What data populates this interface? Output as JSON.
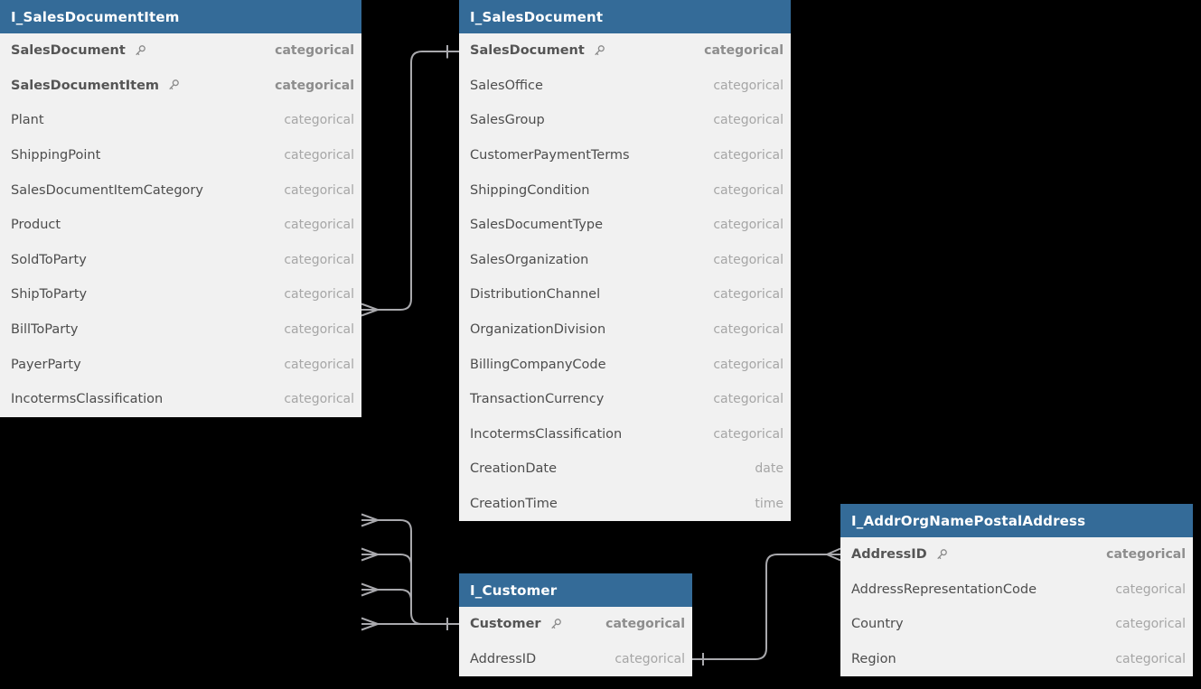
{
  "diagram": {
    "background_color": "#000000",
    "header_color": "#346b98",
    "body_color": "#f1f1f1",
    "line_color": "#a9a9ad",
    "tables": [
      {
        "title": "I_SalesDocumentItem",
        "fields": [
          {
            "name": "SalesDocument",
            "type": "categorical",
            "key": true
          },
          {
            "name": "SalesDocumentItem",
            "type": "categorical",
            "key": true
          },
          {
            "name": "Plant",
            "type": "categorical",
            "key": false
          },
          {
            "name": "ShippingPoint",
            "type": "categorical",
            "key": false
          },
          {
            "name": "SalesDocumentItemCategory",
            "type": "categorical",
            "key": false
          },
          {
            "name": "Product",
            "type": "categorical",
            "key": false
          },
          {
            "name": "SoldToParty",
            "type": "categorical",
            "key": false
          },
          {
            "name": "ShipToParty",
            "type": "categorical",
            "key": false
          },
          {
            "name": "BillToParty",
            "type": "categorical",
            "key": false
          },
          {
            "name": "PayerParty",
            "type": "categorical",
            "key": false
          },
          {
            "name": "IncotermsClassification",
            "type": "categorical",
            "key": false
          }
        ]
      },
      {
        "title": "I_SalesDocument",
        "fields": [
          {
            "name": "SalesDocument",
            "type": "categorical",
            "key": true
          },
          {
            "name": "SalesOffice",
            "type": "categorical",
            "key": false
          },
          {
            "name": "SalesGroup",
            "type": "categorical",
            "key": false
          },
          {
            "name": "CustomerPaymentTerms",
            "type": "categorical",
            "key": false
          },
          {
            "name": "ShippingCondition",
            "type": "categorical",
            "key": false
          },
          {
            "name": "SalesDocumentType",
            "type": "categorical",
            "key": false
          },
          {
            "name": "SalesOrganization",
            "type": "categorical",
            "key": false
          },
          {
            "name": "DistributionChannel",
            "type": "categorical",
            "key": false
          },
          {
            "name": "OrganizationDivision",
            "type": "categorical",
            "key": false
          },
          {
            "name": "BillingCompanyCode",
            "type": "categorical",
            "key": false
          },
          {
            "name": "TransactionCurrency",
            "type": "categorical",
            "key": false
          },
          {
            "name": "IncotermsClassification",
            "type": "categorical",
            "key": false
          },
          {
            "name": "CreationDate",
            "type": "date",
            "key": false
          },
          {
            "name": "CreationTime",
            "type": "time",
            "key": false
          }
        ]
      },
      {
        "title": "I_Customer",
        "fields": [
          {
            "name": "Customer",
            "type": "categorical",
            "key": true
          },
          {
            "name": "AddressID",
            "type": "categorical",
            "key": false
          }
        ]
      },
      {
        "title": "I_AddrOrgNamePostalAddress",
        "fields": [
          {
            "name": "AddressID",
            "type": "categorical",
            "key": true
          },
          {
            "name": "AddressRepresentationCode",
            "type": "categorical",
            "key": false
          },
          {
            "name": "Country",
            "type": "categorical",
            "key": false
          },
          {
            "name": "Region",
            "type": "categorical",
            "key": false
          }
        ]
      }
    ],
    "relations": [
      {
        "from_table": "I_SalesDocumentItem",
        "from_field": "SalesDocument",
        "from_cardinality": "many",
        "to_table": "I_SalesDocument",
        "to_field": "SalesDocument",
        "to_cardinality": "one"
      },
      {
        "from_table": "I_SalesDocumentItem",
        "from_field": "SoldToParty",
        "from_cardinality": "many",
        "to_table": "I_Customer",
        "to_field": "Customer",
        "to_cardinality": "one"
      },
      {
        "from_table": "I_SalesDocumentItem",
        "from_field": "ShipToParty",
        "from_cardinality": "many",
        "to_table": "I_Customer",
        "to_field": "Customer",
        "to_cardinality": "one"
      },
      {
        "from_table": "I_SalesDocumentItem",
        "from_field": "BillToParty",
        "from_cardinality": "many",
        "to_table": "I_Customer",
        "to_field": "Customer",
        "to_cardinality": "one"
      },
      {
        "from_table": "I_SalesDocumentItem",
        "from_field": "PayerParty",
        "from_cardinality": "many",
        "to_table": "I_Customer",
        "to_field": "Customer",
        "to_cardinality": "one"
      },
      {
        "from_table": "I_Customer",
        "from_field": "AddressID",
        "from_cardinality": "one",
        "to_table": "I_AddrOrgNamePostalAddress",
        "to_field": "AddressID",
        "to_cardinality": "many"
      }
    ]
  }
}
